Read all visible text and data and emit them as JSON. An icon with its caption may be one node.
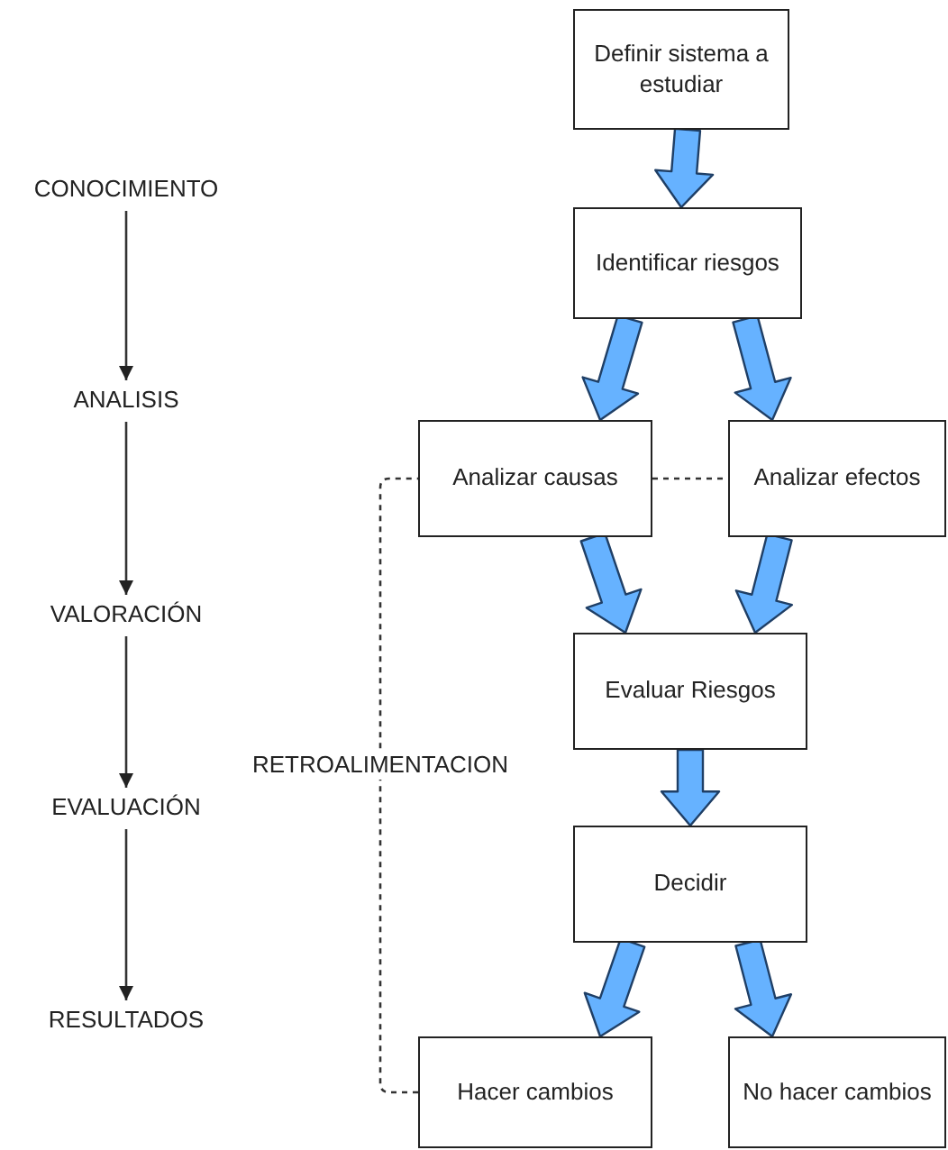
{
  "diagram": {
    "nodes": [
      {
        "text": [
          "CONOCIMIENTO"
        ]
      },
      {
        "text": [
          "ANALISIS"
        ]
      },
      {
        "text": [
          "VALORACIÓN"
        ]
      },
      {
        "text": [
          "EVALUACIÓN"
        ]
      },
      {
        "text": [
          "RESULTADOS"
        ]
      },
      {
        "text": [
          "Definir sistema a estudiar"
        ]
      },
      {
        "text": [
          "Identificar riesgos"
        ]
      },
      {
        "text": [
          "Analizar causas"
        ]
      },
      {
        "text": [
          "Analizar efectos"
        ]
      },
      {
        "text": [
          "Evaluar Riesgos"
        ]
      },
      {
        "text": [
          "Decidir"
        ]
      },
      {
        "text": [
          "Hacer cambios"
        ]
      },
      {
        "text": [
          "No hacer cambios"
        ]
      }
    ],
    "edges": [
      {
        "from": 0,
        "to": 1,
        "arrow": "to",
        "color": "#333333"
      },
      {
        "from": 1,
        "to": 2,
        "arrow": "to",
        "color": "#333333"
      },
      {
        "from": 2,
        "to": 3,
        "arrow": "to",
        "color": "#333333"
      },
      {
        "from": 3,
        "to": 4,
        "arrow": "to",
        "color": "#333333"
      },
      {
        "from": 5,
        "to": 6,
        "arrow": "to",
        "style": "thick"
      },
      {
        "from": 6,
        "to": 7,
        "arrow": "to",
        "style": "thick"
      },
      {
        "from": 6,
        "to": 8,
        "arrow": "to",
        "style": "thick"
      },
      {
        "from": 7,
        "to": 8,
        "arrow": "none",
        "style": "dashed",
        "color": "#333333"
      },
      {
        "from": 11,
        "to": 7,
        "label": "RETROALIMENTACION",
        "arrow": "none",
        "style": "dashed",
        "color": "#333333"
      },
      {
        "from": 7,
        "to": 9,
        "arrow": "to",
        "style": "thick"
      },
      {
        "from": 8,
        "to": 9,
        "arrow": "to",
        "style": "thick"
      },
      {
        "from": 9,
        "to": 10,
        "arrow": "to",
        "style": "thick"
      },
      {
        "from": 10,
        "to": 11,
        "arrow": "to",
        "style": "thick"
      },
      {
        "from": 10,
        "to": 12,
        "arrow": "to",
        "style": "thick"
      }
    ]
  }
}
